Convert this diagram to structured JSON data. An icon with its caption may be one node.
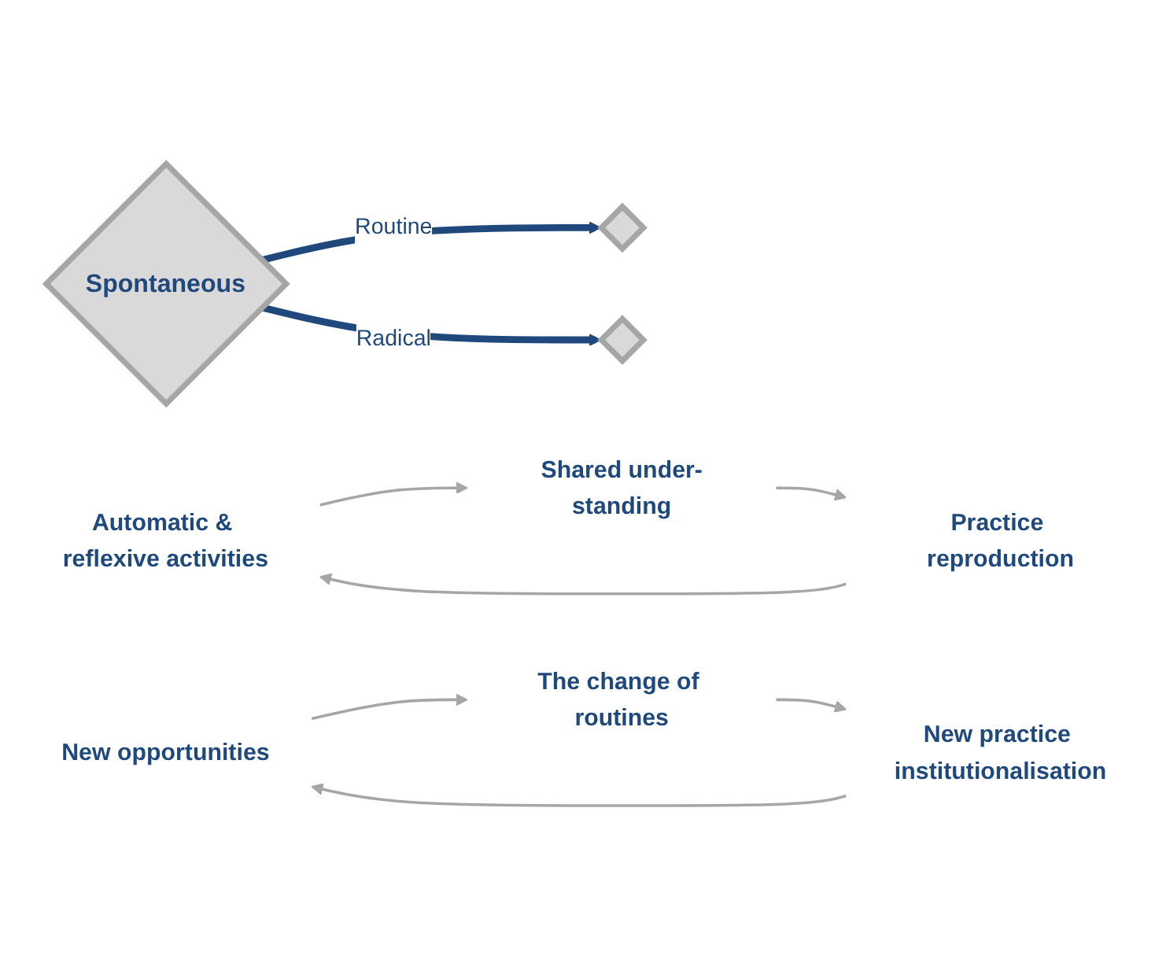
{
  "diagram": {
    "nodes": [
      {
        "text": [
          "Spontaneous"
        ]
      },
      {
        "text": [],
        "shape": "diamond"
      },
      {
        "text": [
          "Automatic & reflexive activities"
        ]
      },
      {
        "text": [
          "Shared under-standing"
        ]
      },
      {
        "text": [
          "Practice reproduction"
        ]
      },
      {
        "text": [],
        "shape": "diamond"
      },
      {
        "text": [
          "New opportunities"
        ]
      },
      {
        "text": [
          "The change of routines"
        ]
      },
      {
        "text": [
          "New practice institutionalisation"
        ]
      }
    ],
    "edges": [
      {
        "from": 0,
        "to": 1,
        "arrow": "to",
        "label": "Routine",
        "style": "thick",
        "color": "#1f497d"
      },
      {
        "from": 0,
        "to": 5,
        "arrow": "to",
        "label": "Radical",
        "style": "thick",
        "color": "#1f497d"
      },
      {
        "from": 2,
        "to": 3,
        "arrow": "to"
      },
      {
        "from": 3,
        "to": 4,
        "arrow": "to"
      },
      {
        "from": 4,
        "to": 2,
        "arrow": "to"
      },
      {
        "from": 6,
        "to": 7,
        "arrow": "to"
      },
      {
        "from": 7,
        "to": 8,
        "arrow": "to"
      },
      {
        "from": 8,
        "to": 6,
        "arrow": "to"
      }
    ]
  }
}
